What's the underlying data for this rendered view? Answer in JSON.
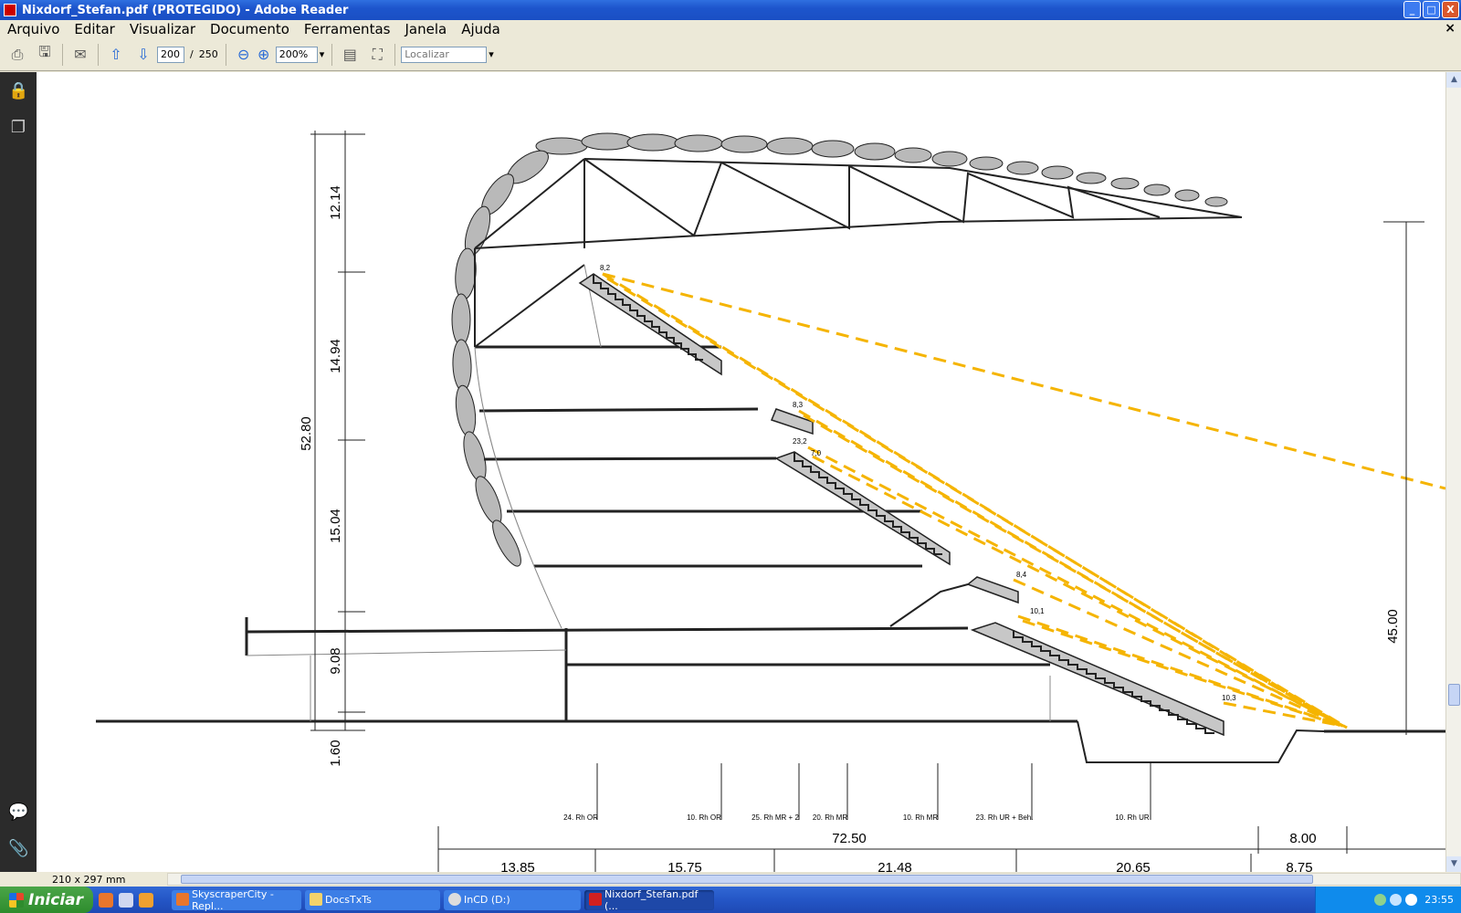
{
  "window": {
    "title": "Nixdorf_Stefan.pdf (PROTEGIDO) - Adobe Reader",
    "buttons": {
      "minimize": "_",
      "maximize": "□",
      "close": "X"
    }
  },
  "menu": {
    "items": [
      "Arquivo",
      "Editar",
      "Visualizar",
      "Documento",
      "Ferramentas",
      "Janela",
      "Ajuda"
    ],
    "close_label": "×"
  },
  "toolbar": {
    "page_number": "200",
    "page_separator": "/",
    "page_total": "250",
    "zoom": "200%",
    "search_placeholder": "Localizar"
  },
  "status": {
    "page_size": "210 x 297 mm"
  },
  "drawing": {
    "height_labels_left": [
      "12.14",
      "14.94",
      "15.04",
      "9.08",
      "1.60"
    ],
    "total_height_left": "52.80",
    "height_right": "45.00",
    "seat_labels": [
      "8,2",
      "8,3",
      "23,2",
      "7,0",
      "8,4",
      "10,1",
      "10,3"
    ],
    "row_labels": [
      "24. Rh OR",
      "10. Rh OR",
      "25. Rh MR + 2",
      "20. Rh MR",
      "10. Rh MR",
      "23. Rh UR + Beh.",
      "10. Rh UR"
    ],
    "width_total": "72.50",
    "width_right": "8.00",
    "widths_bottom": [
      "13.85",
      "15.75",
      "21.48",
      "20.65",
      "8.75"
    ],
    "colors": {
      "sightline": "#f5b400",
      "line": "#222222",
      "tribune": "#c7c7c7",
      "membrane": "#b9b9b9"
    }
  },
  "taskbar": {
    "start_label": "Iniciar",
    "tasks": [
      "SkyscraperCity - Repl...",
      "DocsTxTs",
      "InCD (D:)",
      "Nixdorf_Stefan.pdf (..."
    ],
    "clock": "23:55"
  }
}
